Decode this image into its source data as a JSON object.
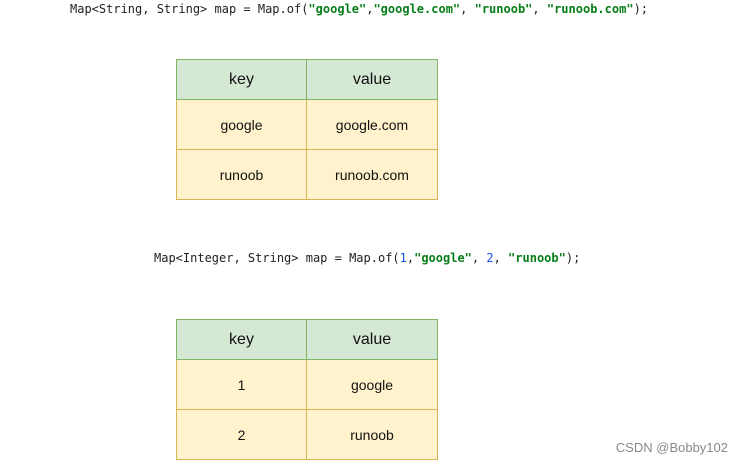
{
  "example1": {
    "code": {
      "p1": "Map<String, String> map = Map.of(",
      "s1": "\"google\"",
      "p2": ",",
      "s2": "\"google.com\"",
      "p3": ", ",
      "s3": "\"runoob\"",
      "p4": ", ",
      "s4": "\"runoob.com\"",
      "p5": ");"
    },
    "table": {
      "headers": [
        "key",
        "value"
      ],
      "rows": [
        [
          "google",
          "google.com"
        ],
        [
          "runoob",
          "runoob.com"
        ]
      ]
    }
  },
  "example2": {
    "code": {
      "p1": "Map<Integer, String> map = Map.of(",
      "n1": "1",
      "p2": ",",
      "s1": "\"google\"",
      "p3": ", ",
      "n2": "2",
      "p4": ", ",
      "s2": "\"runoob\"",
      "p5": ");"
    },
    "table": {
      "headers": [
        "key",
        "value"
      ],
      "rows": [
        [
          "1",
          "google"
        ],
        [
          "2",
          "runoob"
        ]
      ]
    }
  },
  "watermark": "CSDN @Bobby102",
  "colors": {
    "header_fill": "#d5e8d4",
    "header_border": "#82b366",
    "cell_fill": "#fff2cc",
    "cell_border": "#d6b656",
    "string_literal": "#067d17",
    "number_literal": "#1750eb"
  }
}
